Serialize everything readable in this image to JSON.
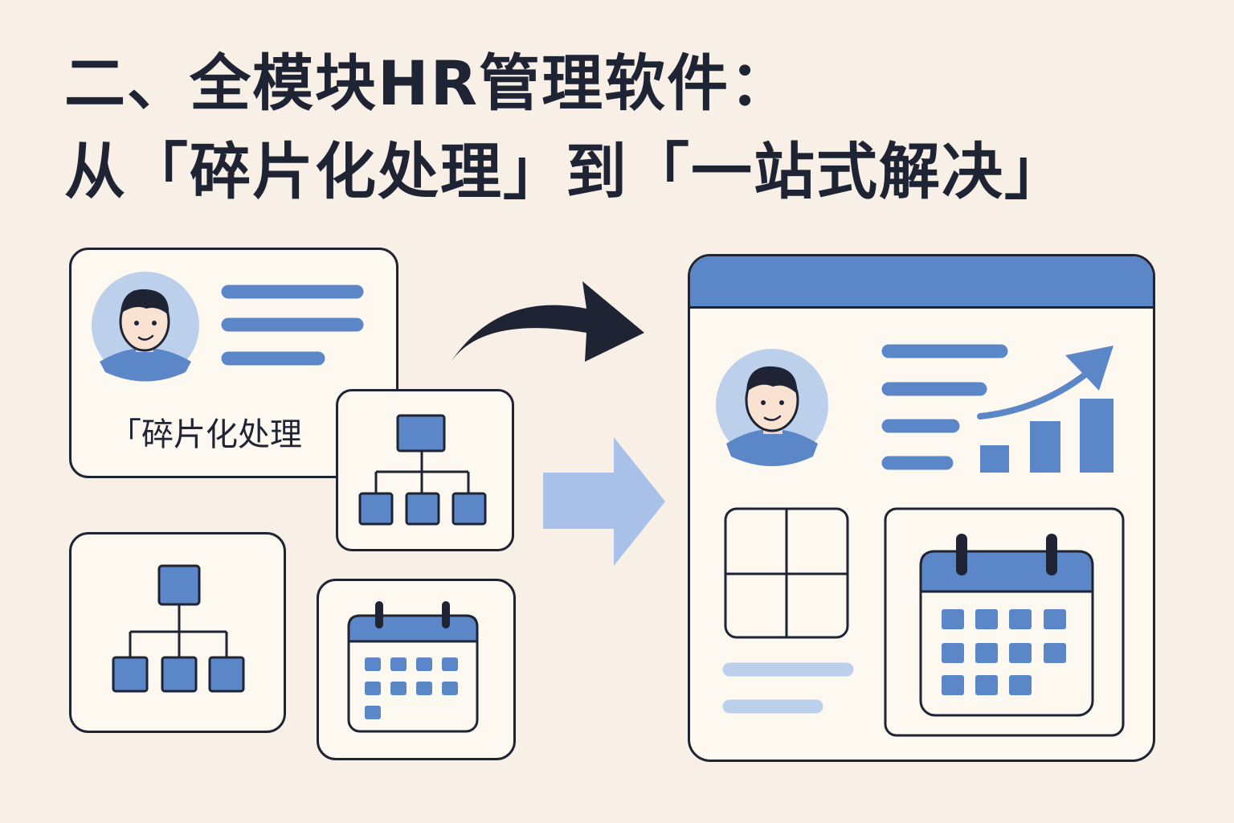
{
  "title": {
    "line1": "二、全模块HR管理软件：",
    "line2": "从「碎片化处理」到「一站式解决」"
  },
  "fragment_caption": "「碎片化处理",
  "colors": {
    "background": "#f8efe6",
    "card": "#fdf9f1",
    "outline": "#1e2433",
    "accent_blue": "#5b87c8",
    "light_blue": "#bcd0ec",
    "arrow_light": "#a9c1e8"
  },
  "icons": [
    "person-avatar-icon",
    "org-chart-icon",
    "calendar-icon",
    "grid-icon",
    "growth-chart-icon",
    "arrow-right-icon",
    "curved-arrow-icon"
  ]
}
